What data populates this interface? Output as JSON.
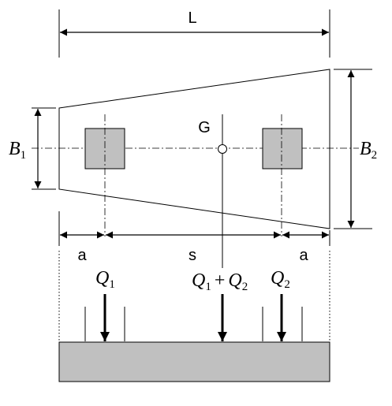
{
  "labels": {
    "length": "L",
    "centroid": "G",
    "width_left_symbol": "B",
    "width_left_sub": "1",
    "width_right_symbol": "B",
    "width_right_sub": "2",
    "offset_left": "a",
    "spacing": "s",
    "offset_right": "a",
    "load_left_symbol": "Q",
    "load_left_sub": "1",
    "load_right_symbol": "Q",
    "load_right_sub": "2",
    "resultant_q1_symbol": "Q",
    "resultant_q1_sub": "1",
    "resultant_plus": "+",
    "resultant_q2_symbol": "Q",
    "resultant_q2_sub": "2"
  },
  "colors": {
    "line": "#000000",
    "column_fill": "#c0c0c0",
    "footing_fill": "#c0c0c0"
  }
}
